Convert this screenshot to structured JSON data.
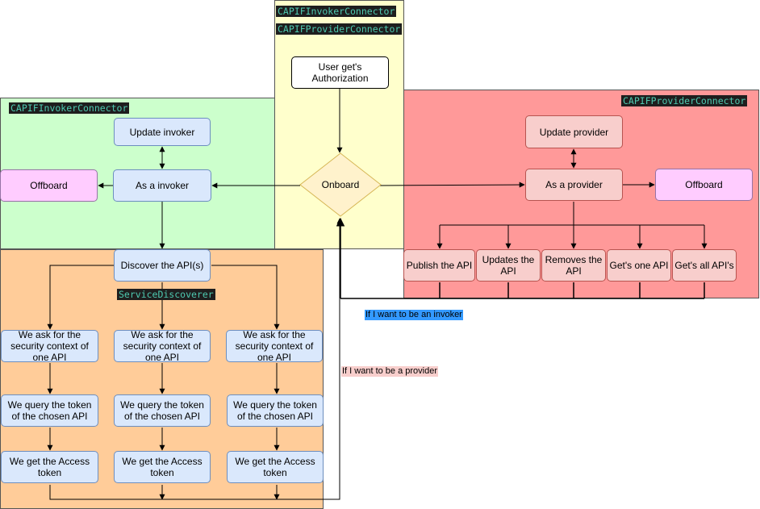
{
  "regions": {
    "invoker": {
      "label": "CAPIFInvokerConnector",
      "color": "#ccffcc"
    },
    "center": {
      "label1": "CAPIFInvokerConnector",
      "label2": "CAPIFProviderConnector",
      "color": "#ffffcc"
    },
    "provider": {
      "label": "CAPIFProviderConnector",
      "color": "#ff9999"
    },
    "discoverer": {
      "label": "ServiceDiscoverer",
      "color": "#ffcc99"
    }
  },
  "nodes": {
    "authorization": "User get's Authorization",
    "onboard": "Onboard",
    "update_invoker": "Update invoker",
    "as_invoker": "As a invoker",
    "offboard_invoker": "Offboard",
    "update_provider": "Update provider",
    "as_provider": "As a provider",
    "offboard_provider": "Offboard",
    "publish": "Publish the API",
    "updates": "Updates the API",
    "removes": "Removes the API",
    "get_one": "Get's one API",
    "get_all": "Get's all API's",
    "discover": "Discover the API(s)",
    "columns": [
      {
        "security": "We ask for the security context of one API",
        "query": "We query the token of the chosen API",
        "access": "We get the Access token"
      },
      {
        "security": "We ask for the security context of one API",
        "query": "We query the token of the chosen API",
        "access": "We get the Access token"
      },
      {
        "security": "We ask for the security context of one API",
        "query": "We query the token of the chosen API",
        "access": "We get the Access token"
      }
    ]
  },
  "notes": {
    "invoker": {
      "text": "If I want to be an invoker",
      "color": "#3399ff"
    },
    "provider": {
      "text": "If I want to be a provider",
      "color": "#f8cecc"
    }
  }
}
